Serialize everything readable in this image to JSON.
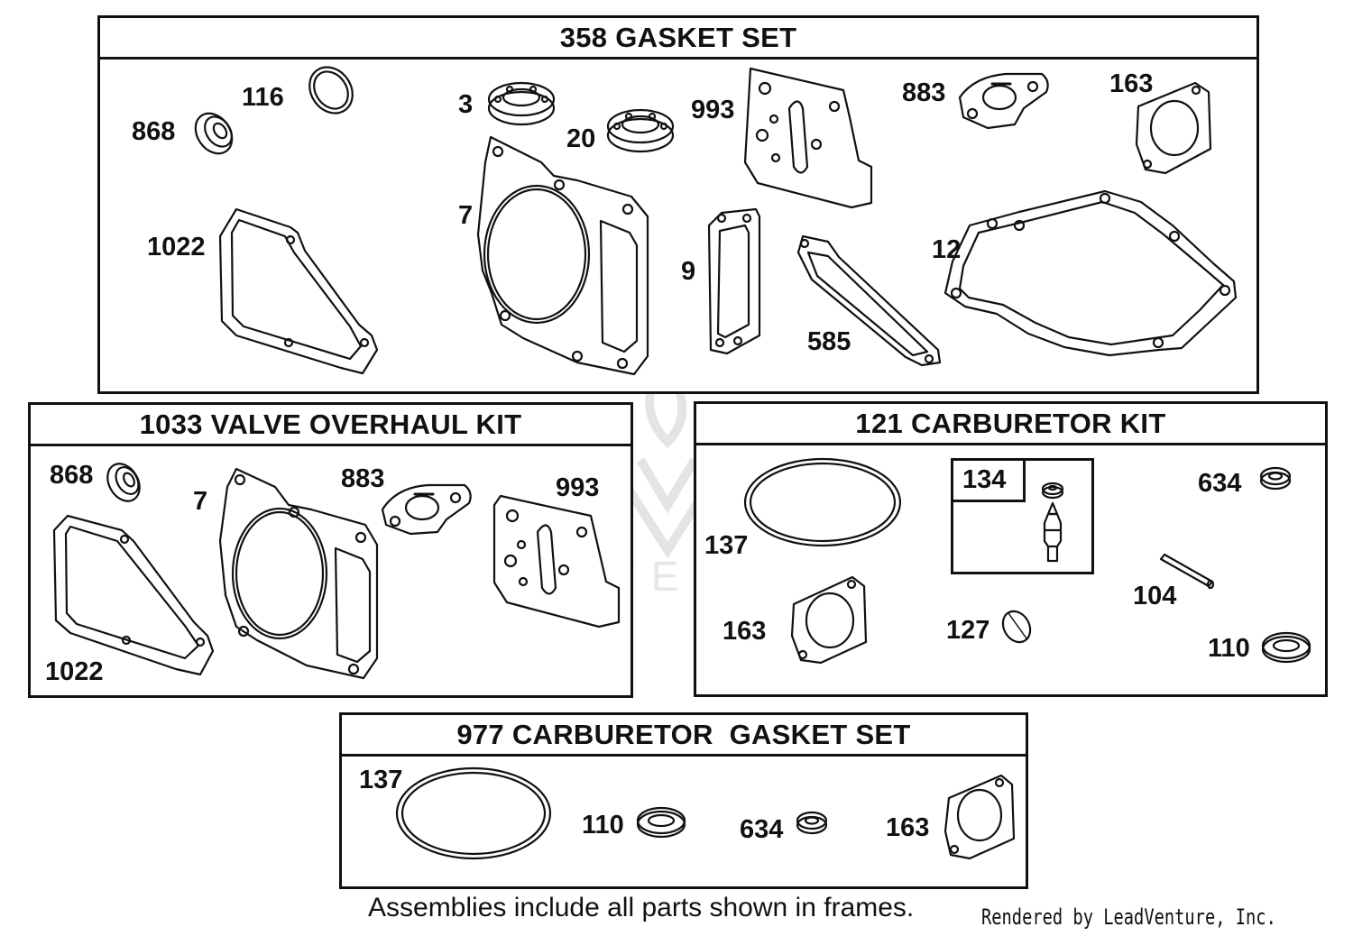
{
  "frames": {
    "gasket_set": {
      "title": "358 GASKET SET",
      "parts": [
        "116",
        "868",
        "3",
        "20",
        "993",
        "883",
        "163",
        "1022",
        "7",
        "9",
        "585",
        "12"
      ]
    },
    "valve_kit": {
      "title": "1033 VALVE OVERHAUL KIT",
      "parts": [
        "868",
        "7",
        "883",
        "993",
        "1022"
      ]
    },
    "carb_kit": {
      "title": "121 CARBURETOR KIT",
      "parts": [
        "134",
        "634",
        "137",
        "104",
        "163",
        "127",
        "110"
      ]
    },
    "carb_gasket_set": {
      "title": "977 CARBURETOR  GASKET SET",
      "parts": [
        "137",
        "110",
        "634",
        "163"
      ]
    }
  },
  "footer": {
    "note": "Assemblies include all parts shown in frames.",
    "credit": "Rendered by LeadVenture, Inc."
  },
  "watermark": {
    "text": "LEADVENTURE"
  }
}
